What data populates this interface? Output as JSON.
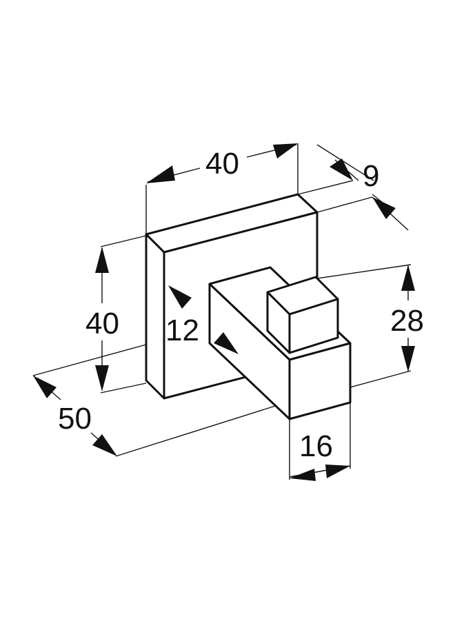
{
  "colors": {
    "line": "#111111",
    "background": "#ffffff"
  },
  "dimensions": {
    "plate_width": "40",
    "plate_thickness": "9",
    "plate_height": "40",
    "hook_depth": "12",
    "hook_height": "28",
    "hook_width": "16",
    "overall_depth": "50"
  }
}
